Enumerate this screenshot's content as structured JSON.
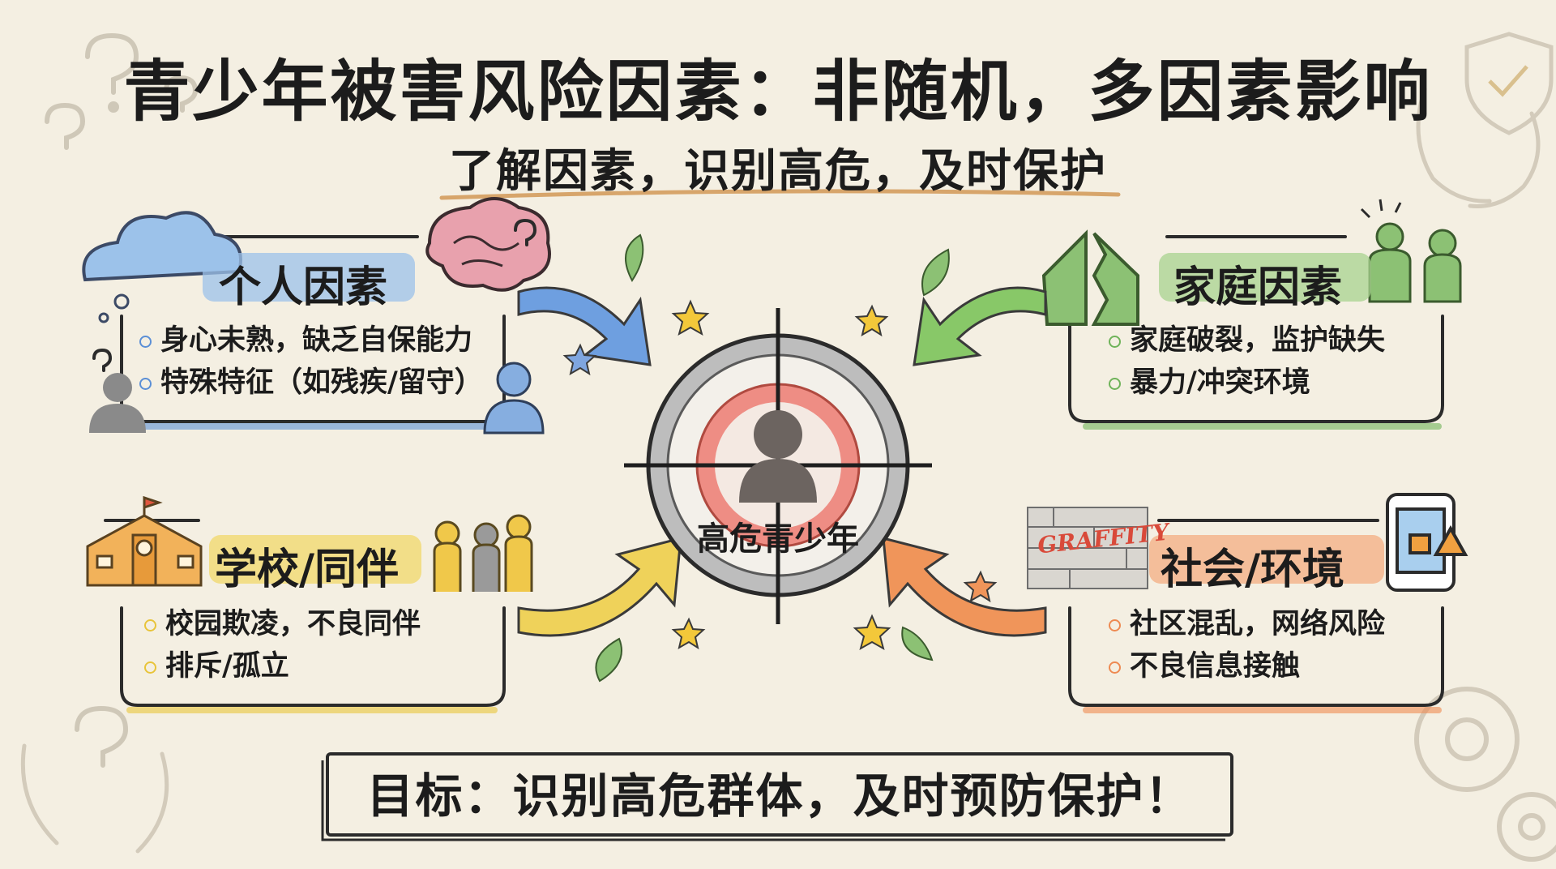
{
  "title": "青少年被害风险因素：非随机，多因素影响",
  "subtitle": "了解因素，识别高危，及时保护",
  "center": {
    "label": "高危青少年"
  },
  "cards": {
    "personal": {
      "title": "个人因素",
      "items": [
        "身心未熟，缺乏自保能力",
        "特殊特征（如残疾/留守）"
      ],
      "accent": "#5b8fd6"
    },
    "family": {
      "title": "家庭因素",
      "items": [
        "家庭破裂，监护缺失",
        "暴力/冲突环境"
      ],
      "accent": "#6fb35a"
    },
    "school": {
      "title": "学校/同伴",
      "items": [
        "校园欺凌，不良同伴",
        "排斥/孤立"
      ],
      "accent": "#e8c43a"
    },
    "social": {
      "title": "社会/环境",
      "items": [
        "社区混乱，网络风险",
        "不良信息接触"
      ],
      "accent": "#ee8a52"
    }
  },
  "graffiti_text": "GRAFFITY",
  "goal": "目标：识别高危群体，及时预防保护！",
  "icons": [
    "cloud-icon",
    "brain-icon",
    "question-mark-icon",
    "person-icon",
    "broken-house-icon",
    "arguing-people-icon",
    "school-building-icon",
    "group-icon",
    "graffiti-wall-icon",
    "phone-warning-icon",
    "target-icon",
    "shield-check-icon",
    "hands-icon",
    "gear-icon",
    "star-icon",
    "leaf-icon"
  ],
  "colors": {
    "background": "#f4efe2",
    "ink": "#1e1e1e",
    "target_red": "#e9736a",
    "target_gray": "#8c8c8c"
  }
}
